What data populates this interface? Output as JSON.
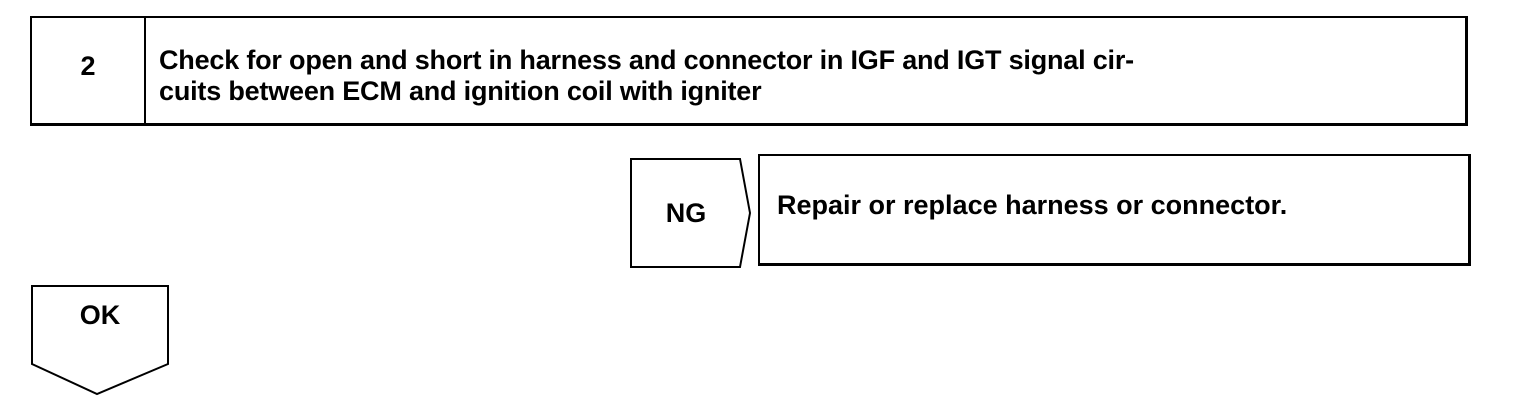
{
  "step": {
    "number": "2",
    "title_line1": "Check for open and short in harness and connector in IGF and IGT signal cir-",
    "title_line2": "cuits between ECM and ignition coil with igniter"
  },
  "ng_branch": {
    "label": "NG",
    "action": "Repair or replace harness or connector."
  },
  "ok_branch": {
    "label": "OK"
  }
}
